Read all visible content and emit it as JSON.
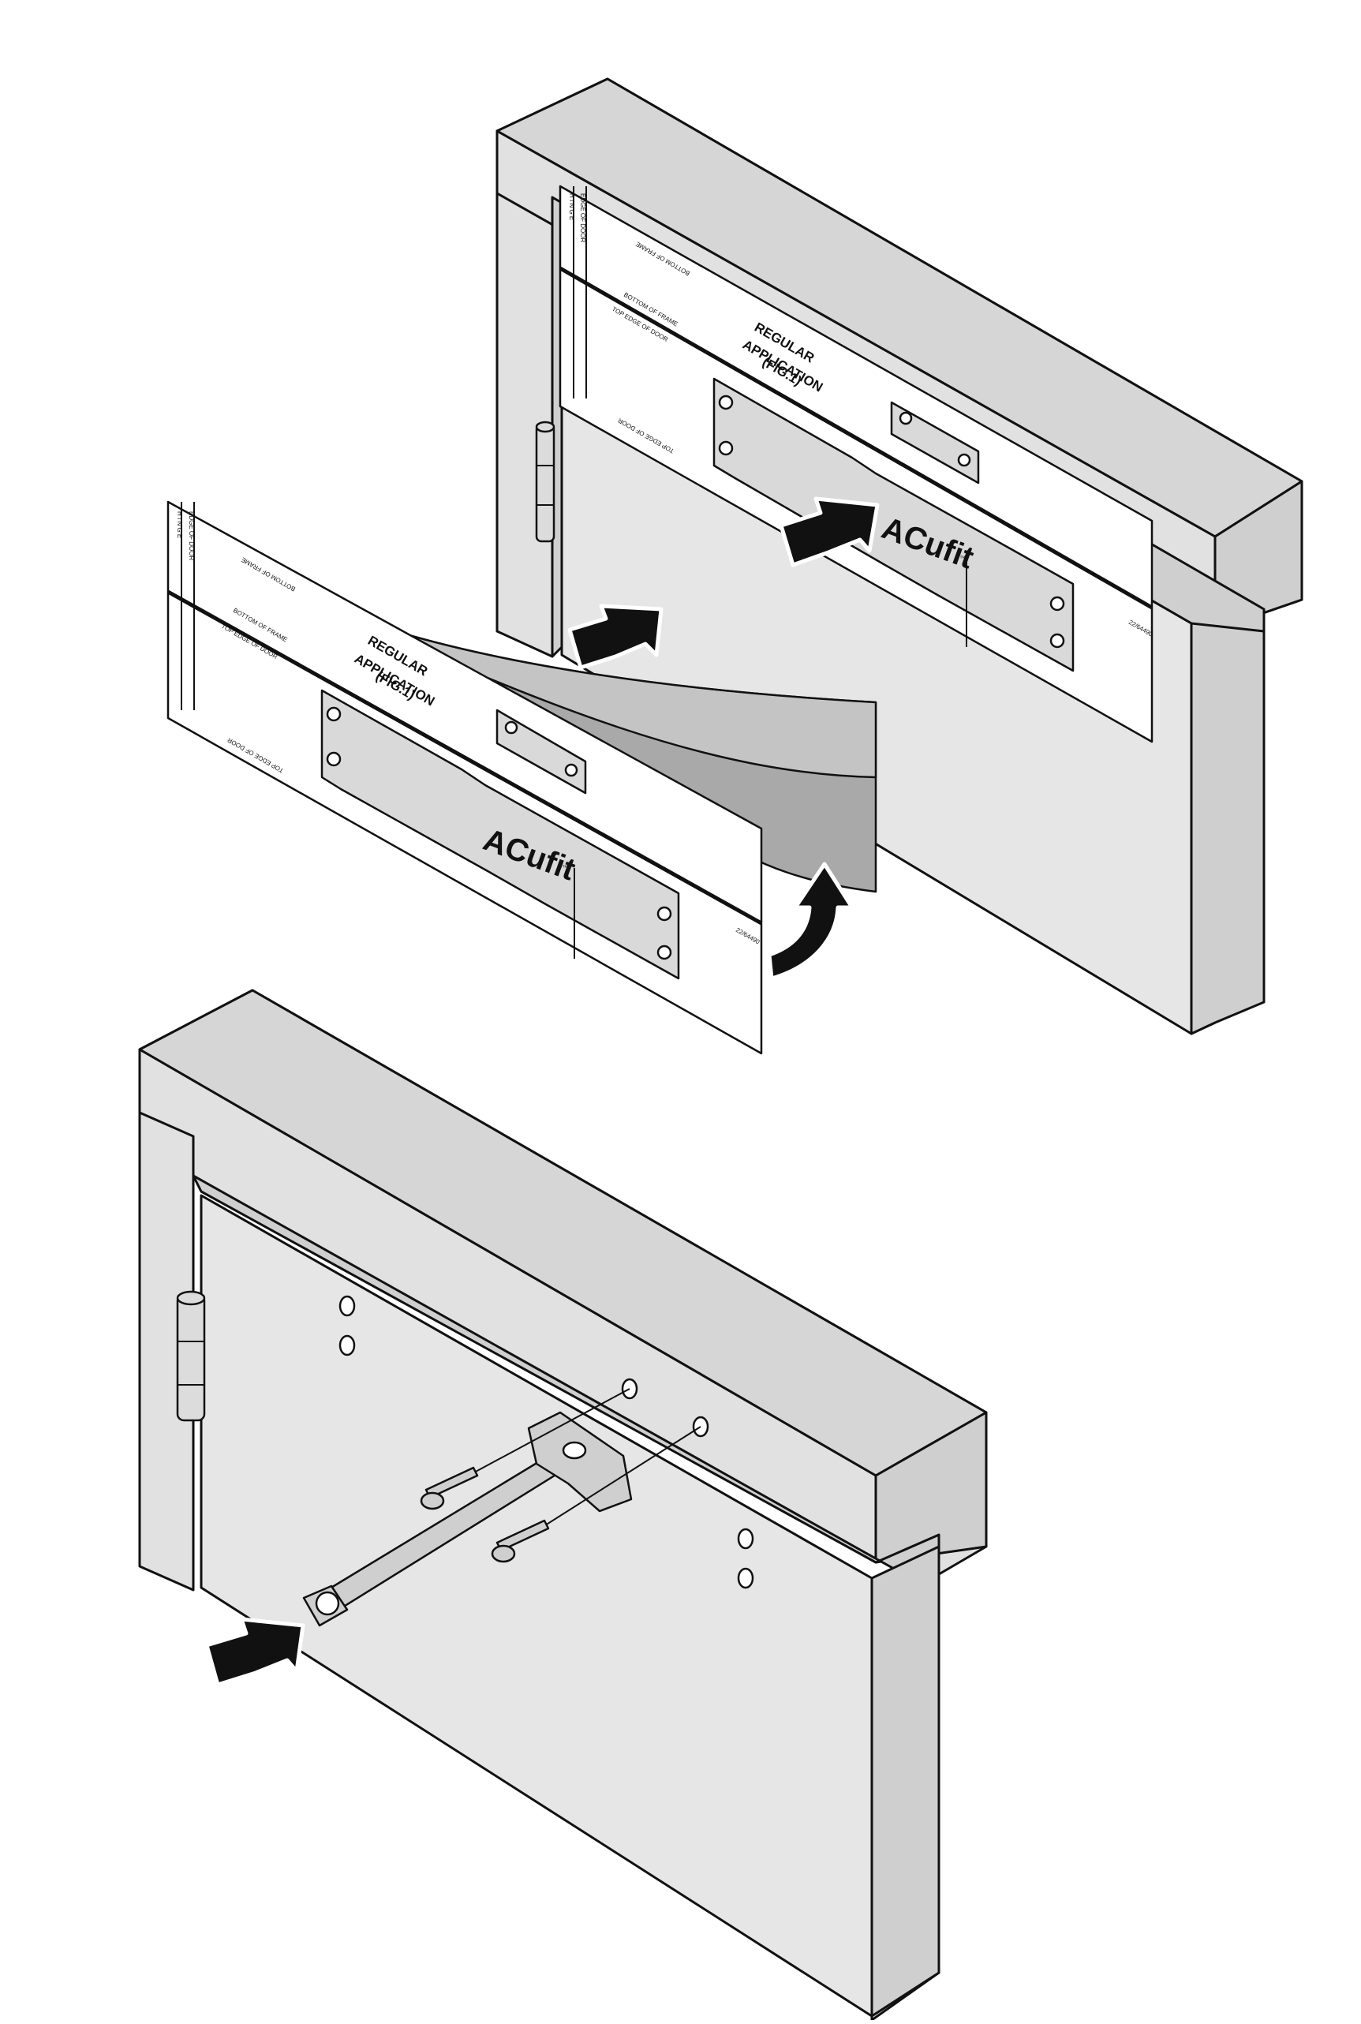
{
  "template_top": {
    "hinge_label": "H I N G E",
    "edge_of_door": "EDGE OF DOOR",
    "bottom_of_frame_inverted": "BOTTOM OF FRAME",
    "bottom_of_frame": "BOTTOM OF FRAME",
    "top_edge_of_door": "TOP EDGE OF DOOR",
    "top_edge_of_door_inverted": "TOP EDGE OF DOOR",
    "title_line1": "REGULAR",
    "title_line2": "APPLICATION",
    "title_line3": "(FIG.1)",
    "brand": "ACufit",
    "trademark": "™",
    "part_number": "22/64490"
  },
  "template_peel": {
    "hinge_label": "H I N G E",
    "edge_of_door": "EDGE OF DOOR",
    "bottom_of_frame_inverted": "BOTTOM OF FRAME",
    "bottom_of_frame": "BOTTOM OF FRAME",
    "top_edge_of_door": "TOP EDGE OF DOOR",
    "top_edge_of_door_inverted": "TOP EDGE OF DOOR",
    "title_line1": "REGULAR",
    "title_line2": "APPLICATION",
    "title_line3": "(FIG.1)",
    "brand": "ACufit",
    "trademark": "™",
    "part_number": "22/64490"
  }
}
